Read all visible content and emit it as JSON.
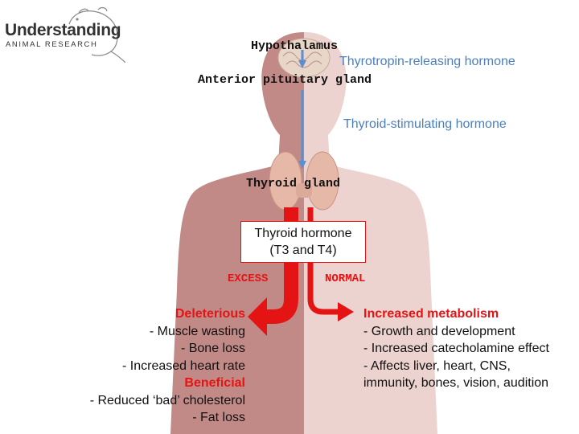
{
  "logo": {
    "line1": "Understanding",
    "line2": "ANIMAL RESEARCH"
  },
  "axis": {
    "hypothalamus": "Hypothalamus",
    "trh": "Thyrotropin-releasing hormone",
    "pituitary": "Anterior pituitary gland",
    "tsh": "Thyroid-stimulating hormone",
    "thyroid": "Thyroid gland",
    "hormone_line1": "Thyroid hormone",
    "hormone_line2": "(T3 and T4)"
  },
  "branches": {
    "excess": "EXCESS",
    "normal": "NORMAL"
  },
  "excess_effects": {
    "deleterious_title": "Deleterious",
    "deleterious": [
      "- Muscle wasting",
      "- Bone loss",
      "- Increased heart rate"
    ],
    "beneficial_title": "Beneficial",
    "beneficial": [
      "- Reduced ‘bad’ cholesterol",
      "- Fat loss"
    ]
  },
  "normal_effects": {
    "title": "Increased metabolism",
    "items": [
      "- Growth and development",
      "- Increased catecholamine effect",
      "- Affects liver, heart, CNS,",
      "immunity, bones, vision, audition"
    ]
  },
  "colors": {
    "body_left": "#c28a87",
    "body_right": "#ecd3cf",
    "arrow_red": "#e41414",
    "arrow_blue": "#5b8fd0",
    "text_blue": "#4a7fc0"
  },
  "icons": {
    "logo_mark": "rat-outline-icon",
    "brain": "brain-icon",
    "thyroid": "thyroid-gland-icon"
  }
}
